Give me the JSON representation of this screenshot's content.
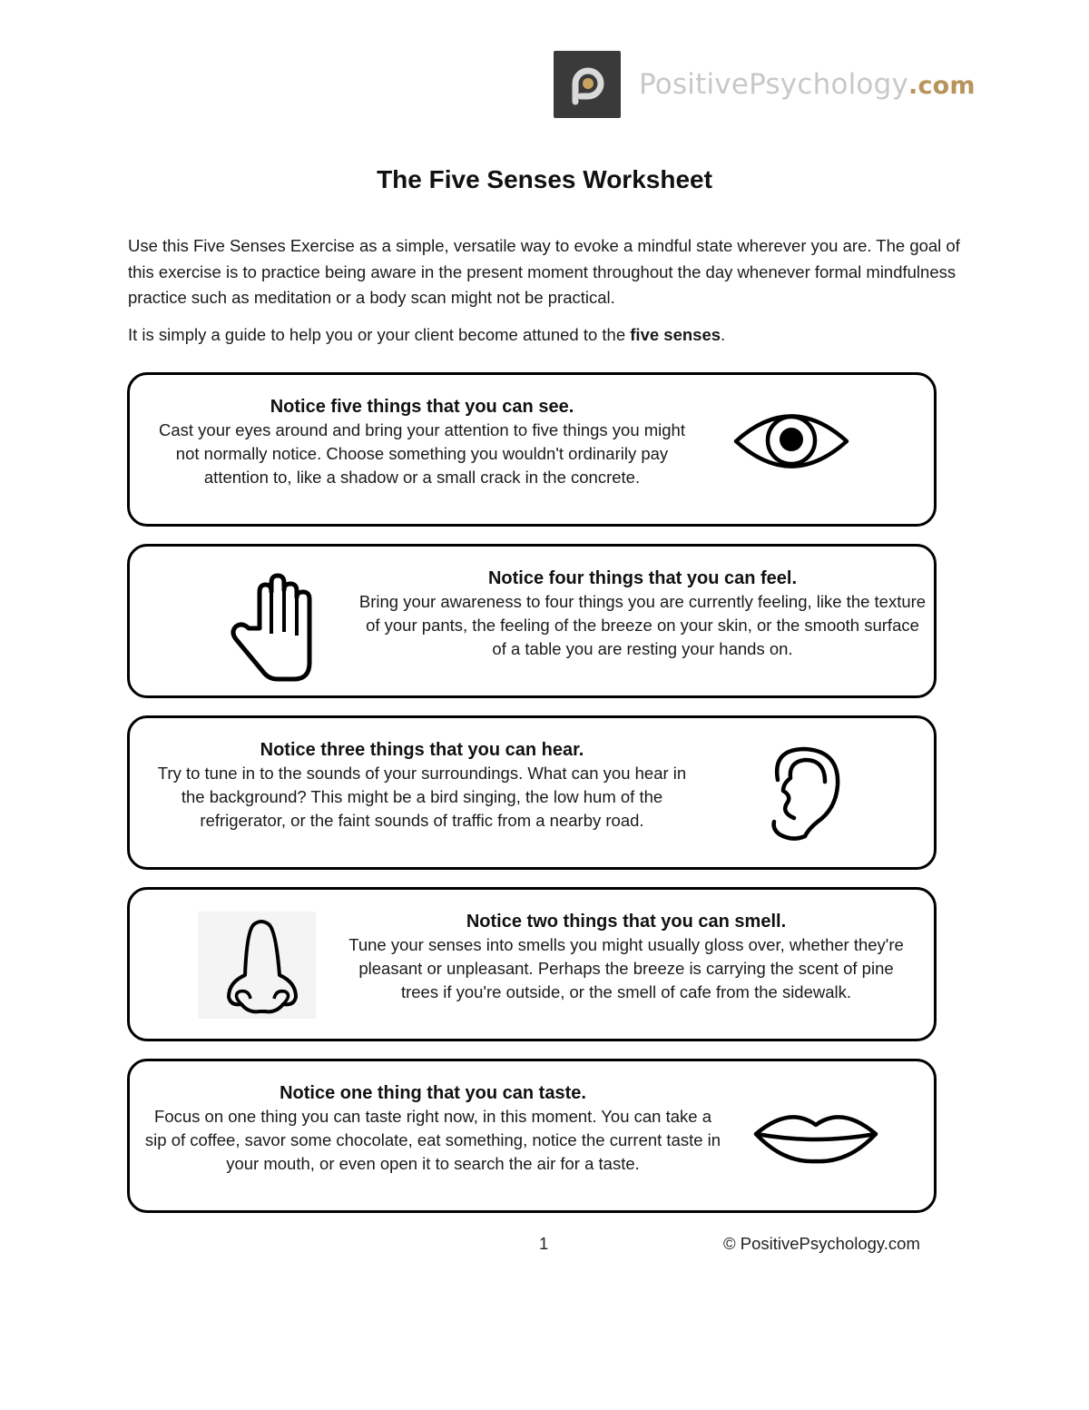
{
  "header": {
    "logo_icon": "positive-psychology-p-icon",
    "brand_name": "PositivePsychology",
    "brand_tld": ".com",
    "colors": {
      "logo_bg": "#3a3a3a",
      "brand_gray": "#c8c8c8",
      "brand_gold": "#b8935a"
    }
  },
  "title": "The Five Senses Worksheet",
  "intro": {
    "paragraph1": "Use this Five Senses Exercise as a simple, versatile way to evoke a mindful state wherever you are. The goal of this exercise is to practice being aware in the present moment throughout the day whenever formal mindfulness practice such as meditation or a body scan might not be practical.",
    "paragraph2_prefix": "It is simply a guide to help you or your client become attuned to the ",
    "paragraph2_bold": "five senses",
    "paragraph2_suffix": "."
  },
  "senses": [
    {
      "icon": "eye-icon",
      "heading": "Notice five things that you can see.",
      "body": "Cast your eyes around and bring your attention to five things you might not normally notice. Choose something you wouldn't ordinarily pay attention to, like a shadow or a small crack in the concrete."
    },
    {
      "icon": "hand-icon",
      "heading": "Notice four things that you can feel.",
      "body": "Bring your awareness to four things you are currently feeling, like the texture of your pants, the feeling of the breeze on your skin, or the smooth surface of a table you are resting your hands on."
    },
    {
      "icon": "ear-icon",
      "heading": "Notice three things that you can hear.",
      "body": "Try to tune in to the sounds of your surroundings. What can you hear in the background? This might be a bird singing, the low hum of the refrigerator, or the faint sounds of traffic from a nearby road."
    },
    {
      "icon": "nose-icon",
      "heading": "Notice two things that you can smell.",
      "body": "Tune your senses into smells you might usually gloss over, whether they're pleasant or unpleasant. Perhaps the breeze is carrying the scent of pine trees if you're outside, or the smell of cafe from the sidewalk."
    },
    {
      "icon": "lips-icon",
      "heading": "Notice one thing that you can taste.",
      "body": "Focus on one thing you can taste right now, in this moment. You can take a sip of coffee, savor some chocolate, eat something, notice the current taste in your mouth, or even open it to search the air for a taste."
    }
  ],
  "footer": {
    "page_number": "1",
    "copyright": "© PositivePsychology.com"
  }
}
